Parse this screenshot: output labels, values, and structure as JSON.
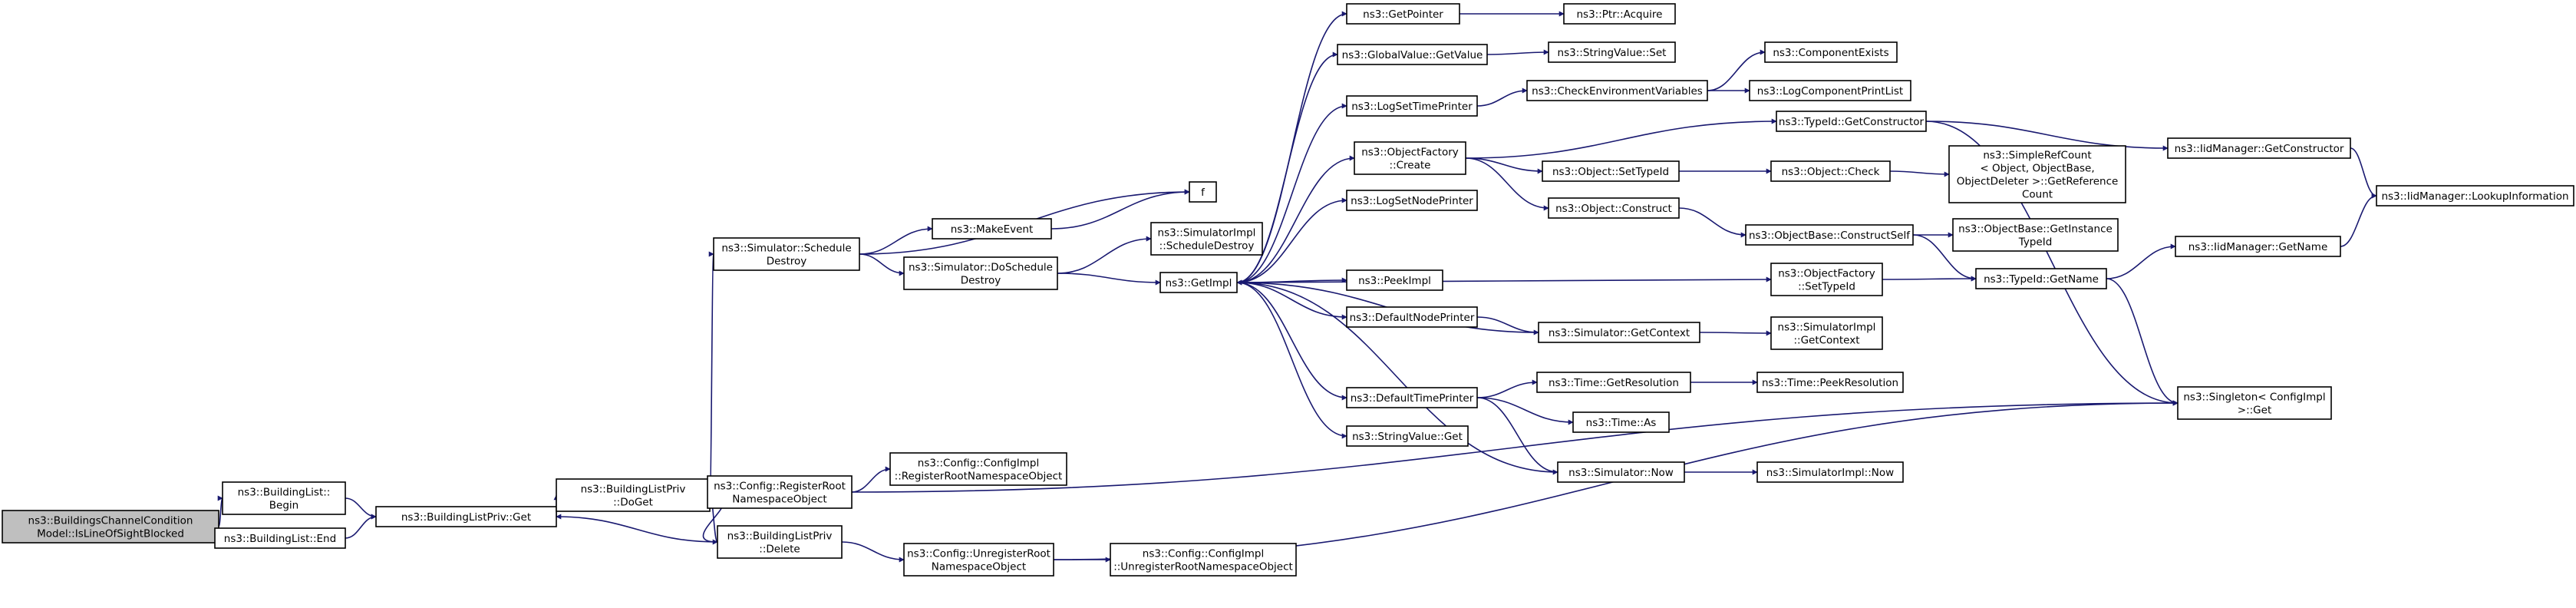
{
  "colors": {
    "edge": "#191970",
    "node_border": "#000000",
    "node_border_truncated": "#ff0000",
    "node_fill": "#ffffff",
    "root_fill": "#bfbfbf"
  },
  "nodes": [
    {
      "id": "root",
      "lines": [
        "ns3::BuildingsChannelCondition",
        "Model::IsLineOfSightBlocked"
      ],
      "root": true
    },
    {
      "id": "blBegin",
      "lines": [
        "ns3::BuildingList::",
        "Begin"
      ]
    },
    {
      "id": "blEnd",
      "lines": [
        "ns3::BuildingList::End"
      ]
    },
    {
      "id": "blpGet",
      "lines": [
        "ns3::BuildingListPriv::Get"
      ]
    },
    {
      "id": "blpDoGet",
      "lines": [
        "ns3::BuildingListPriv",
        "::DoGet"
      ]
    },
    {
      "id": "blpDelete",
      "lines": [
        "ns3::BuildingListPriv",
        "::Delete"
      ]
    },
    {
      "id": "cfgReg",
      "lines": [
        "ns3::Config::RegisterRoot",
        "NamespaceObject"
      ]
    },
    {
      "id": "cfgUnreg",
      "lines": [
        "ns3::Config::UnregisterRoot",
        "NamespaceObject"
      ]
    },
    {
      "id": "cfgImplReg",
      "lines": [
        "ns3::Config::ConfigImpl",
        "::RegisterRootNamespaceObject"
      ]
    },
    {
      "id": "cfgImplUnreg",
      "lines": [
        "ns3::Config::ConfigImpl",
        "::UnregisterRootNamespaceObject"
      ]
    },
    {
      "id": "simSchedDestroy",
      "lines": [
        "ns3::Simulator::Schedule",
        "Destroy"
      ]
    },
    {
      "id": "makeEvent",
      "lines": [
        "ns3::MakeEvent"
      ]
    },
    {
      "id": "simDoSchedDestroy",
      "lines": [
        "ns3::Simulator::DoSchedule",
        "Destroy"
      ]
    },
    {
      "id": "f",
      "lines": [
        "f"
      ]
    },
    {
      "id": "simImplSchedDestroy",
      "lines": [
        "ns3::SimulatorImpl",
        "::ScheduleDestroy"
      ]
    },
    {
      "id": "getImpl",
      "lines": [
        "ns3::GetImpl"
      ]
    },
    {
      "id": "getPointer",
      "lines": [
        "ns3::GetPointer"
      ]
    },
    {
      "id": "ptrAcquire",
      "lines": [
        "ns3::Ptr::Acquire"
      ]
    },
    {
      "id": "globalValueGet",
      "lines": [
        "ns3::GlobalValue::GetValue"
      ]
    },
    {
      "id": "stringValueSet",
      "lines": [
        "ns3::StringValue::Set"
      ]
    },
    {
      "id": "checkEnv",
      "lines": [
        "ns3::CheckEnvironmentVariables"
      ]
    },
    {
      "id": "compExists",
      "lines": [
        "ns3::ComponentExists"
      ],
      "truncated": true
    },
    {
      "id": "logCompPrint",
      "lines": [
        "ns3::LogComponentPrintList"
      ],
      "truncated": true
    },
    {
      "id": "logSetTime",
      "lines": [
        "ns3::LogSetTimePrinter"
      ]
    },
    {
      "id": "objFactCreate",
      "lines": [
        "ns3::ObjectFactory",
        "::Create"
      ]
    },
    {
      "id": "typeIdGetCtor",
      "lines": [
        "ns3::TypeId::GetConstructor"
      ]
    },
    {
      "id": "iidGetCtor",
      "lines": [
        "ns3::IidManager::GetConstructor"
      ]
    },
    {
      "id": "iidLookup",
      "lines": [
        "ns3::IidManager::LookupInformation"
      ]
    },
    {
      "id": "objSetTypeId",
      "lines": [
        "ns3::Object::SetTypeId"
      ]
    },
    {
      "id": "objCheck",
      "lines": [
        "ns3::Object::Check"
      ]
    },
    {
      "id": "simpleRefCount",
      "lines": [
        "ns3::SimpleRefCount",
        "< Object, ObjectBase,",
        "ObjectDeleter >::GetReference",
        "Count"
      ]
    },
    {
      "id": "objConstruct",
      "lines": [
        "ns3::Object::Construct"
      ]
    },
    {
      "id": "objBaseConstructSelf",
      "lines": [
        "ns3::ObjectBase::ConstructSelf"
      ],
      "truncated": true
    },
    {
      "id": "objBaseGetInstTypeId",
      "lines": [
        "ns3::ObjectBase::GetInstance",
        "TypeId"
      ]
    },
    {
      "id": "logSetNode",
      "lines": [
        "ns3::LogSetNodePrinter"
      ]
    },
    {
      "id": "peekImpl",
      "lines": [
        "ns3::PeekImpl"
      ]
    },
    {
      "id": "objFactSetTypeId",
      "lines": [
        "ns3::ObjectFactory",
        "::SetTypeId"
      ]
    },
    {
      "id": "typeIdGetName",
      "lines": [
        "ns3::TypeId::GetName"
      ]
    },
    {
      "id": "iidGetName",
      "lines": [
        "ns3::IidManager::GetName"
      ]
    },
    {
      "id": "defNodePrinter",
      "lines": [
        "ns3::DefaultNodePrinter"
      ]
    },
    {
      "id": "simGetContext",
      "lines": [
        "ns3::Simulator::GetContext"
      ]
    },
    {
      "id": "simImplGetContext",
      "lines": [
        "ns3::SimulatorImpl",
        "::GetContext"
      ]
    },
    {
      "id": "defTimePrinter",
      "lines": [
        "ns3::DefaultTimePrinter"
      ]
    },
    {
      "id": "timeGetRes",
      "lines": [
        "ns3::Time::GetResolution"
      ]
    },
    {
      "id": "timePeekRes",
      "lines": [
        "ns3::Time::PeekResolution"
      ],
      "truncated": true
    },
    {
      "id": "timeAs",
      "lines": [
        "ns3::Time::As"
      ]
    },
    {
      "id": "stringValueGet",
      "lines": [
        "ns3::StringValue::Get"
      ]
    },
    {
      "id": "simNow",
      "lines": [
        "ns3::Simulator::Now"
      ]
    },
    {
      "id": "simImplNow",
      "lines": [
        "ns3::SimulatorImpl::Now"
      ]
    },
    {
      "id": "singletonGet",
      "lines": [
        "ns3::Singleton< ConfigImpl",
        " >::Get"
      ]
    }
  ]
}
